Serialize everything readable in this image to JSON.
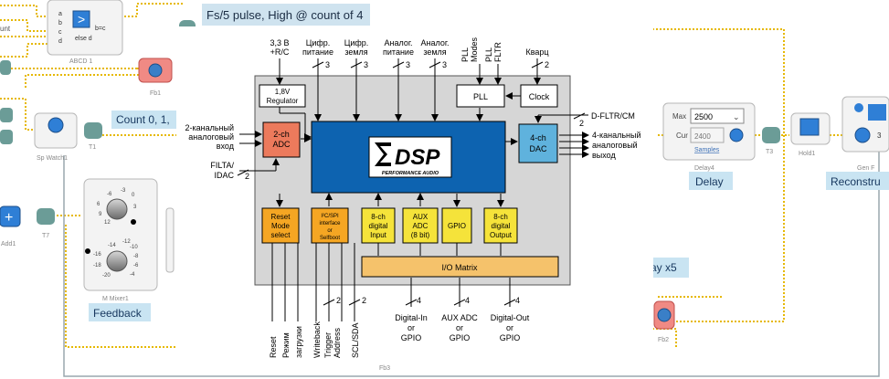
{
  "tooltip": "Fs/5 pulse, High @ count of 4",
  "count_label": "Count 0, 1,",
  "left_blocks": {
    "abcd": {
      "inputs": [
        "a",
        "b",
        "c",
        "d"
      ],
      "expr": "b=c",
      "expr2": "else d",
      "caption": "ABCD 1"
    },
    "fb1": "Fb1",
    "spwatch": "Sp Watch1",
    "t1": "T1",
    "add1": "Add1",
    "t7": "T7",
    "mixer": {
      "caption": "M Mixer1",
      "knob1": [
        "-6",
        "-3",
        "0",
        "3",
        "6",
        "9",
        "12"
      ],
      "knob2": [
        "-14",
        "-12",
        "-10",
        "-8",
        "-6",
        "-4",
        "-16",
        "-18",
        "-20"
      ]
    },
    "feedback": "Feedback",
    "edge_text": "unt"
  },
  "right_blocks": {
    "delay": {
      "max_label": "Max",
      "max_value": "2500",
      "cur_label": "Cur",
      "cur_value": "2400",
      "link": "Samples",
      "caption": "Delay4",
      "label": "Delay"
    },
    "t3": "T3",
    "hold": "Hold1",
    "genf": "Gen F",
    "reconstruct": "Reconstru",
    "delay_x5": "ay x5",
    "fb2": "Fb2",
    "fb3": "Fb3",
    "num3": "3"
  },
  "diagram": {
    "top_labels": [
      {
        "id": "v33",
        "lines": [
          "3,3 В",
          "+R/C"
        ]
      },
      {
        "id": "digpow",
        "lines": [
          "Цифр.",
          "питание"
        ]
      },
      {
        "id": "diggnd",
        "lines": [
          "Цифр.",
          "земля"
        ]
      },
      {
        "id": "anpow",
        "lines": [
          "Аналог.",
          "питание"
        ]
      },
      {
        "id": "angnd",
        "lines": [
          "Аналог.",
          "земля"
        ]
      },
      {
        "id": "pllmodes",
        "lines": [
          "PLL",
          "Modes"
        ]
      },
      {
        "id": "pllfltr",
        "lines": [
          "PLL",
          "FLTR"
        ]
      },
      {
        "id": "xtal",
        "lines": [
          "Кварц"
        ]
      }
    ],
    "bus_numbers": {
      "three_a": "3",
      "three_b": "3",
      "three_c": "3",
      "three_d": "3",
      "two_a": "2",
      "two_b": "2",
      "two_c": "2",
      "four_a": "4",
      "four_b": "4",
      "four_c": "4",
      "two_d": "2",
      "two_e": "2"
    },
    "regulator": [
      "1,8V",
      "Regulator"
    ],
    "pll": "PLL",
    "clock": "Clock",
    "dfltr": "D-FLTR/CM",
    "left_in": [
      "2-канальный",
      "аналоговый",
      "вход"
    ],
    "right_out": [
      "4-канальный",
      "аналоговый",
      "выход"
    ],
    "filta": [
      "FILTA/",
      "IDAC"
    ],
    "adc": [
      "2-ch",
      "ADC"
    ],
    "dac": [
      "4-ch",
      "DAC"
    ],
    "dsp_logo": "DSP",
    "dsp_sub": "PERFORMANCE AUDIO",
    "blocks": [
      {
        "id": "reset",
        "lines": [
          "Reset",
          "Mode",
          "select"
        ]
      },
      {
        "id": "i2c",
        "lines": [
          "I²C/SPI",
          "interface",
          "or",
          "Selfboot"
        ]
      },
      {
        "id": "din",
        "lines": [
          "8-ch",
          "digital",
          "Input"
        ]
      },
      {
        "id": "aux",
        "lines": [
          "AUX",
          "ADC",
          "(8 bit)"
        ]
      },
      {
        "id": "gpio",
        "lines": [
          "GPIO"
        ]
      },
      {
        "id": "dout",
        "lines": [
          "8-ch",
          "digital",
          "Output"
        ]
      }
    ],
    "io_matrix": "I/O Matrix",
    "bottom_vertical": [
      {
        "id": "reset",
        "text": "Reset"
      },
      {
        "id": "mode",
        "text": "Режим"
      },
      {
        "id": "load",
        "text": "загрузки"
      },
      {
        "id": "wb",
        "text": "Writeback"
      },
      {
        "id": "trig",
        "text": "Trigger"
      },
      {
        "id": "addr",
        "text": "Address"
      },
      {
        "id": "scl",
        "text": "SCL/SDA"
      }
    ],
    "bottom_io": [
      {
        "id": "din",
        "lines": [
          "Digital-In",
          "or",
          "GPIO"
        ]
      },
      {
        "id": "aux",
        "lines": [
          "AUX ADC",
          "or",
          "GPIO"
        ]
      },
      {
        "id": "dout",
        "lines": [
          "Digital-Out",
          "or",
          "GPIO"
        ]
      }
    ]
  }
}
